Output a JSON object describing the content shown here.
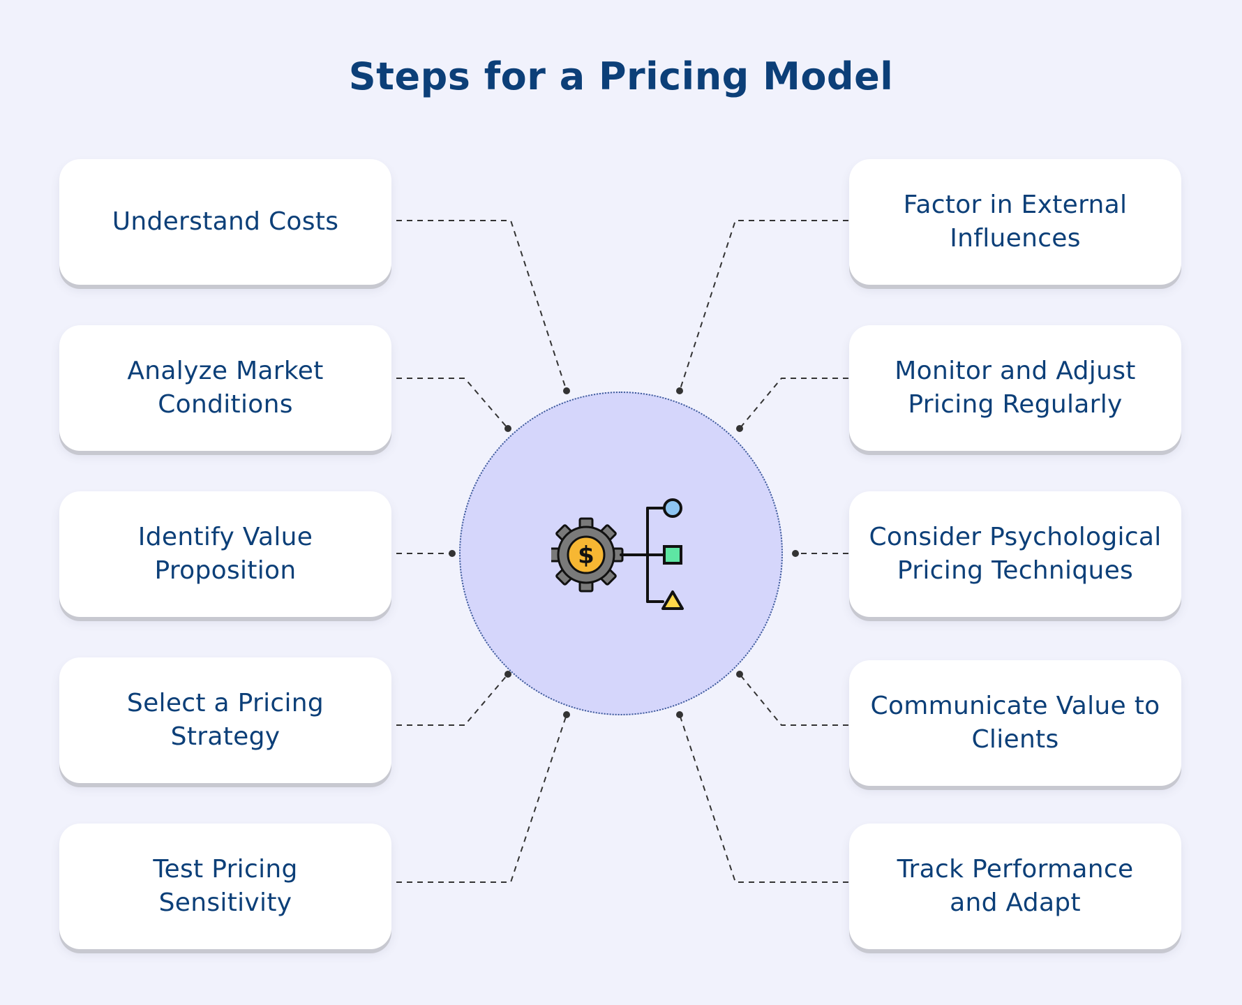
{
  "title": "Steps for a Pricing Model",
  "center": {
    "icon": "pricing-gear-hierarchy-icon"
  },
  "steps_left": [
    {
      "label": "Understand Costs"
    },
    {
      "label": "Analyze Market Conditions"
    },
    {
      "label": "Identify Value Proposition"
    },
    {
      "label": "Select a Pricing Strategy"
    },
    {
      "label": "Test Pricing Sensitivity"
    }
  ],
  "steps_right": [
    {
      "label": "Factor in External Influences"
    },
    {
      "label": "Monitor and Adjust Pricing Regularly"
    },
    {
      "label": "Consider Psychological Pricing Techniques"
    },
    {
      "label": "Communicate Value to Clients"
    },
    {
      "label": "Track Performance and Adapt"
    }
  ],
  "colors": {
    "background": "#f1f2fc",
    "title": "#0c3f78",
    "card": "#ffffff",
    "hub": "#d5d6fb",
    "connector": "#333333",
    "gear": "#7a7a7a",
    "coin": "#f7b733",
    "circle_node": "#8ec5f2",
    "square_node": "#5ee6a3",
    "triangle_node": "#ffd84a"
  }
}
